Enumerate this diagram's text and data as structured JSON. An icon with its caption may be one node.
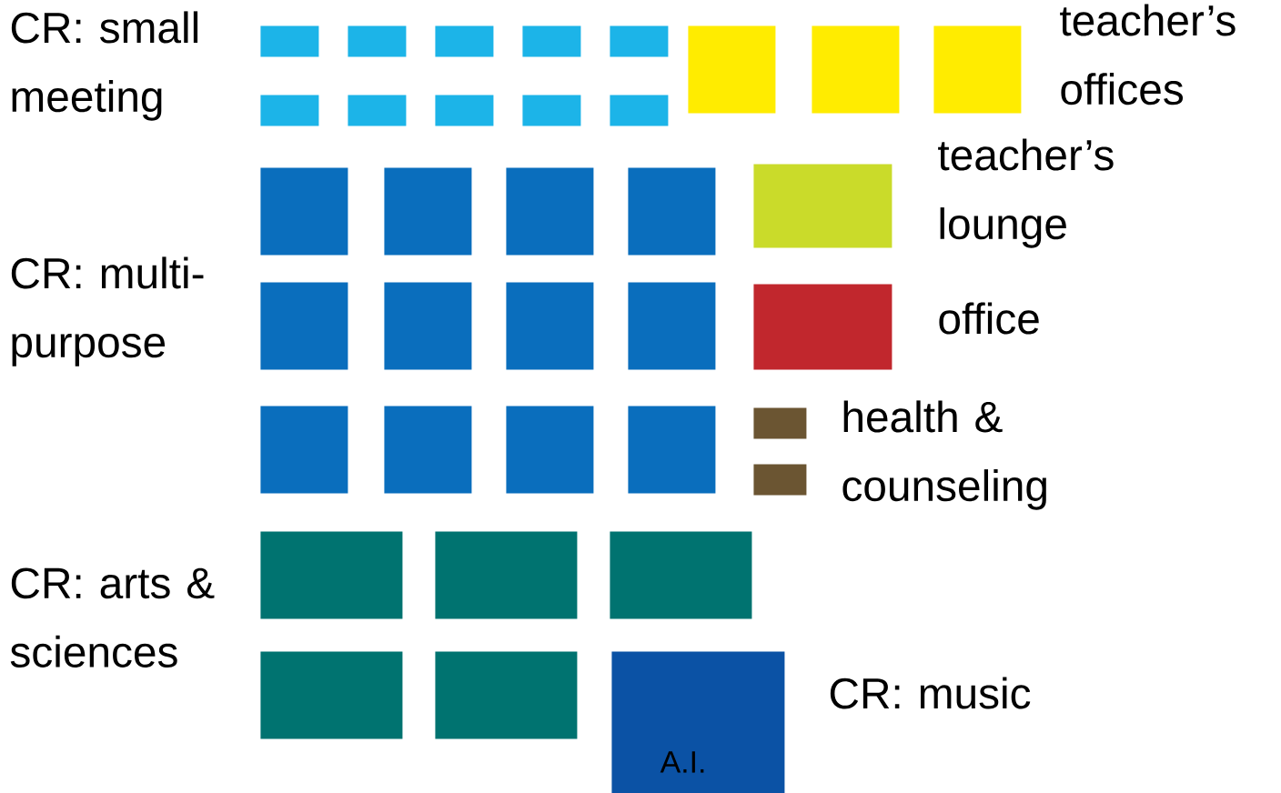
{
  "diagram": {
    "nodes": [
      {
        "text": [],
        "shape": "box"
      },
      {
        "text": [],
        "shape": "box"
      },
      {
        "text": [],
        "shape": "box"
      },
      {
        "text": [],
        "shape": "box"
      },
      {
        "text": [],
        "shape": "box"
      },
      {
        "text": [],
        "shape": "box"
      },
      {
        "text": [],
        "shape": "box"
      },
      {
        "text": [],
        "shape": "box"
      },
      {
        "text": [],
        "shape": "box"
      },
      {
        "text": [],
        "shape": "box"
      },
      {
        "text": [],
        "shape": "box"
      },
      {
        "text": [],
        "shape": "box"
      },
      {
        "text": [],
        "shape": "box"
      },
      {
        "text": [],
        "shape": "box"
      },
      {
        "text": [],
        "shape": "box"
      },
      {
        "text": [],
        "shape": "box"
      },
      {
        "text": [],
        "shape": "box"
      },
      {
        "text": [],
        "shape": "box"
      },
      {
        "text": [],
        "shape": "box"
      },
      {
        "text": [],
        "shape": "box"
      },
      {
        "text": [],
        "shape": "box"
      },
      {
        "text": [],
        "shape": "box"
      },
      {
        "text": [],
        "shape": "box"
      },
      {
        "text": [],
        "shape": "box"
      },
      {
        "text": [],
        "shape": "box"
      },
      {
        "text": [],
        "shape": "box"
      },
      {
        "text": [],
        "shape": "box"
      },
      {
        "text": [],
        "shape": "box"
      },
      {
        "text": [],
        "shape": "box"
      },
      {
        "text": [],
        "shape": "box"
      },
      {
        "text": [],
        "shape": "box"
      },
      {
        "text": [],
        "shape": "box"
      },
      {
        "text": [],
        "shape": "box"
      },
      {
        "text": [],
        "shape": "box"
      },
      {
        "text": [
          "A.I."
        ]
      }
    ],
    "labels": [
      "CR: small meeting",
      "teacher’s offices",
      "teacher’s lounge",
      "CR: multi-purpose",
      "office",
      "health & counseling",
      "CR: arts & sciences",
      "CR: music"
    ]
  }
}
